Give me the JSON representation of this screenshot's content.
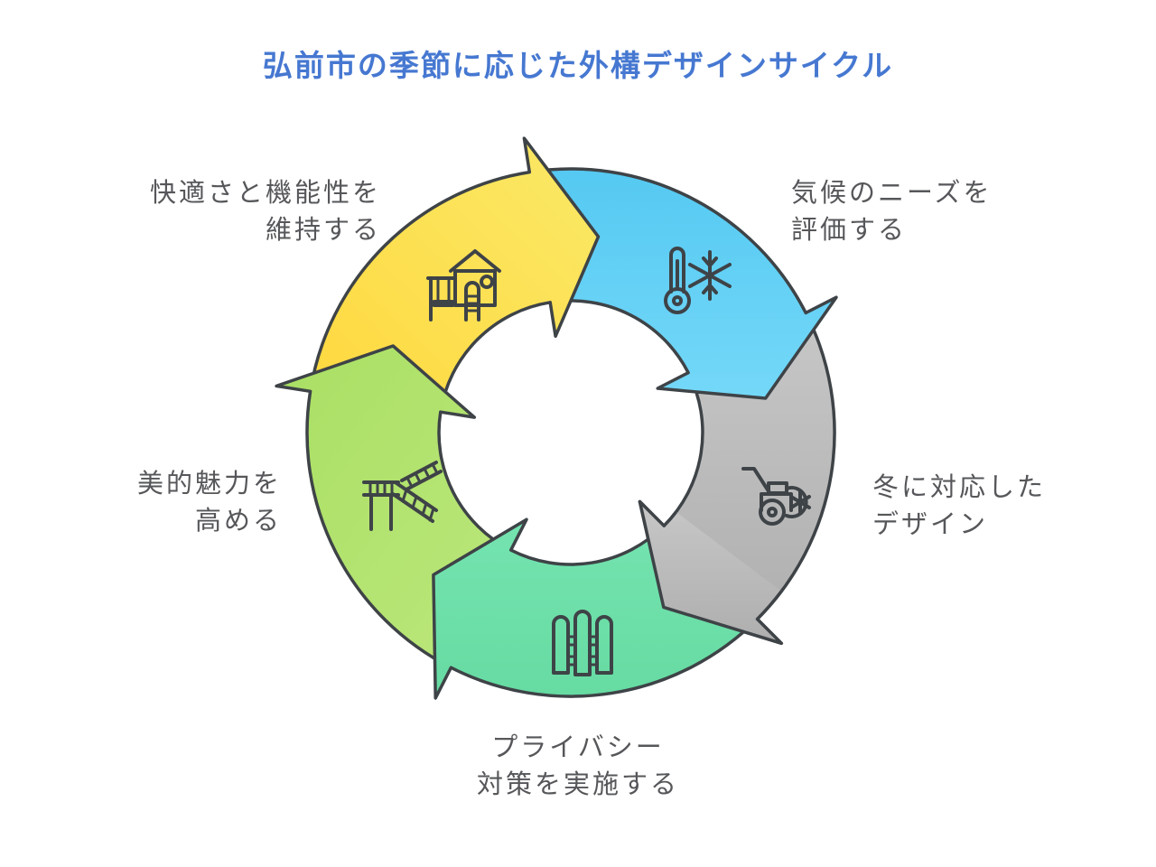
{
  "title": {
    "text": "弘前市の季節に応じた外構デザインサイクル",
    "color": "#4678D1"
  },
  "diagram": {
    "background": "#FFFFFF",
    "outline_color": "#3E4347",
    "icon_color": "#3E4347",
    "label_color": "#56575A",
    "segments": [
      {
        "id": "evaluate-climate",
        "label_line1": "気候のニーズを",
        "label_line2": "評価する",
        "icon": "thermometer-snowflake-icon",
        "fill_from": "#55C9F2",
        "fill_to": "#74D8F8"
      },
      {
        "id": "winter-design",
        "label_line1": "冬に対応した",
        "label_line2": "デザイン",
        "icon": "snow-blower-icon",
        "fill_from": "#C7C7C7",
        "fill_to": "#AEAEAE"
      },
      {
        "id": "privacy-measures",
        "label_line1": "プライバシー",
        "label_line2": "対策を実施する",
        "icon": "fence-icon",
        "fill_from": "#75E3B0",
        "fill_to": "#66DBA2"
      },
      {
        "id": "aesthetic-appeal",
        "label_line1": "美的魅力を",
        "label_line2": "高める",
        "icon": "stairs-railing-icon",
        "fill_from": "#A9DF63",
        "fill_to": "#BCE77C"
      },
      {
        "id": "maintain-comfort",
        "label_line1": "快適さと機能性を",
        "label_line2": "維持する",
        "icon": "playground-icon",
        "fill_from": "#FFD83E",
        "fill_to": "#FAE968"
      }
    ]
  }
}
